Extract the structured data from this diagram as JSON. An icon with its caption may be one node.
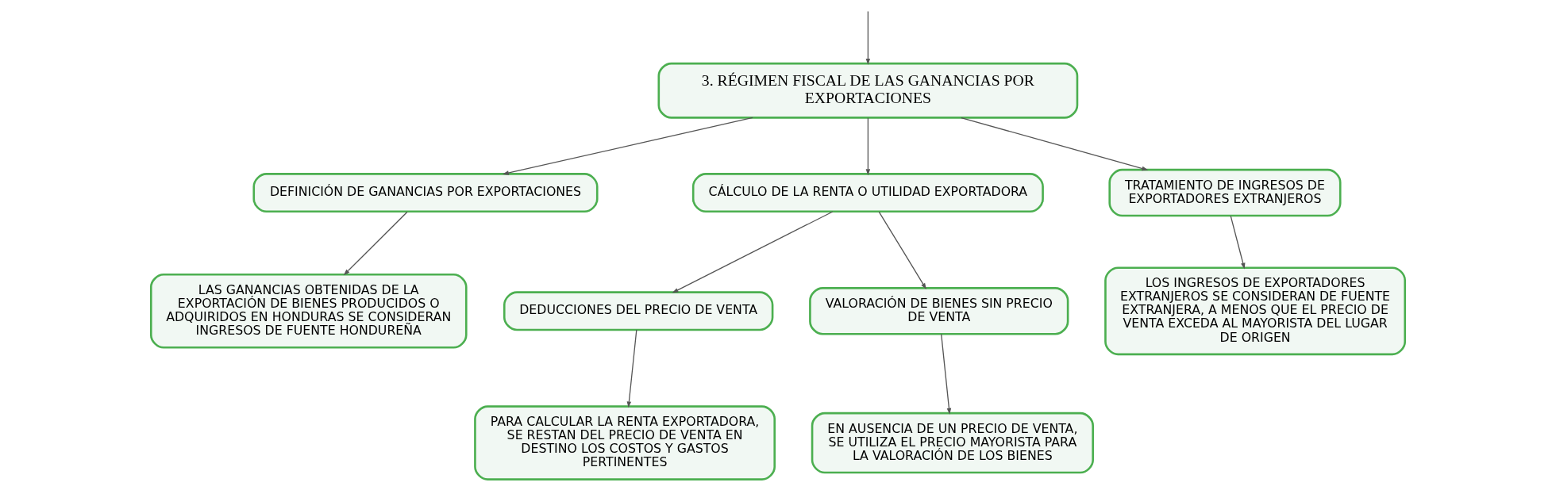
{
  "diagram": {
    "nodes": [
      {
        "text": [
          "3. RÉGIMEN FISCAL DE LAS GANANCIAS POR EXPORTACIONES"
        ]
      },
      {
        "text": [
          "DEFINICIÓN DE GANANCIAS POR EXPORTACIONES"
        ]
      },
      {
        "text": [
          "CÁLCULO DE LA RENTA O UTILIDAD EXPORTADORA"
        ]
      },
      {
        "text": [
          "TRATAMIENTO DE INGRESOS DE EXPORTADORES EXTRANJEROS"
        ]
      },
      {
        "text": [
          "LAS GANANCIAS OBTENIDAS DE LA EXPORTACIÓN DE BIENES PRODUCIDOS O ADQUIRIDOS EN HONDURAS SE CONSIDERAN INGRESOS DE FUENTE HONDUREÑA"
        ]
      },
      {
        "text": [
          "DEDUCCIONES DEL PRECIO DE VENTA"
        ]
      },
      {
        "text": [
          "VALORACIÓN DE BIENES SIN PRECIO DE VENTA"
        ]
      },
      {
        "text": [
          "PARA CALCULAR LA RENTA EXPORTADORA, SE RESTAN DEL PRECIO DE VENTA EN DESTINO LOS COSTOS Y GASTOS PERTINENTES"
        ]
      },
      {
        "text": [
          "EN AUSENCIA DE UN PRECIO DE VENTA, SE UTILIZA EL PRECIO MAYORISTA PARA LA VALORACIÓN DE LOS BIENES"
        ]
      },
      {
        "text": [
          "LOS INGRESOS DE EXPORTADORES EXTRANJEROS SE CONSIDERAN DE FUENTE EXTRANJERA, A MENOS QUE EL PRECIO DE VENTA EXCEDA AL MAYORISTA DEL LUGAR DE ORIGEN"
        ]
      }
    ],
    "edges": [
      {
        "from": null,
        "to": 0,
        "arrow": "to"
      },
      {
        "from": 0,
        "to": 1,
        "arrow": "to"
      },
      {
        "from": 0,
        "to": 2,
        "arrow": "to"
      },
      {
        "from": 0,
        "to": 3,
        "arrow": "to"
      },
      {
        "from": 1,
        "to": 4,
        "arrow": "to"
      },
      {
        "from": 2,
        "to": 5,
        "arrow": "to"
      },
      {
        "from": 2,
        "to": 6,
        "arrow": "to"
      },
      {
        "from": 5,
        "to": 7,
        "arrow": "to"
      },
      {
        "from": 6,
        "to": 8,
        "arrow": "to"
      },
      {
        "from": 3,
        "to": 9,
        "arrow": "to"
      }
    ]
  }
}
